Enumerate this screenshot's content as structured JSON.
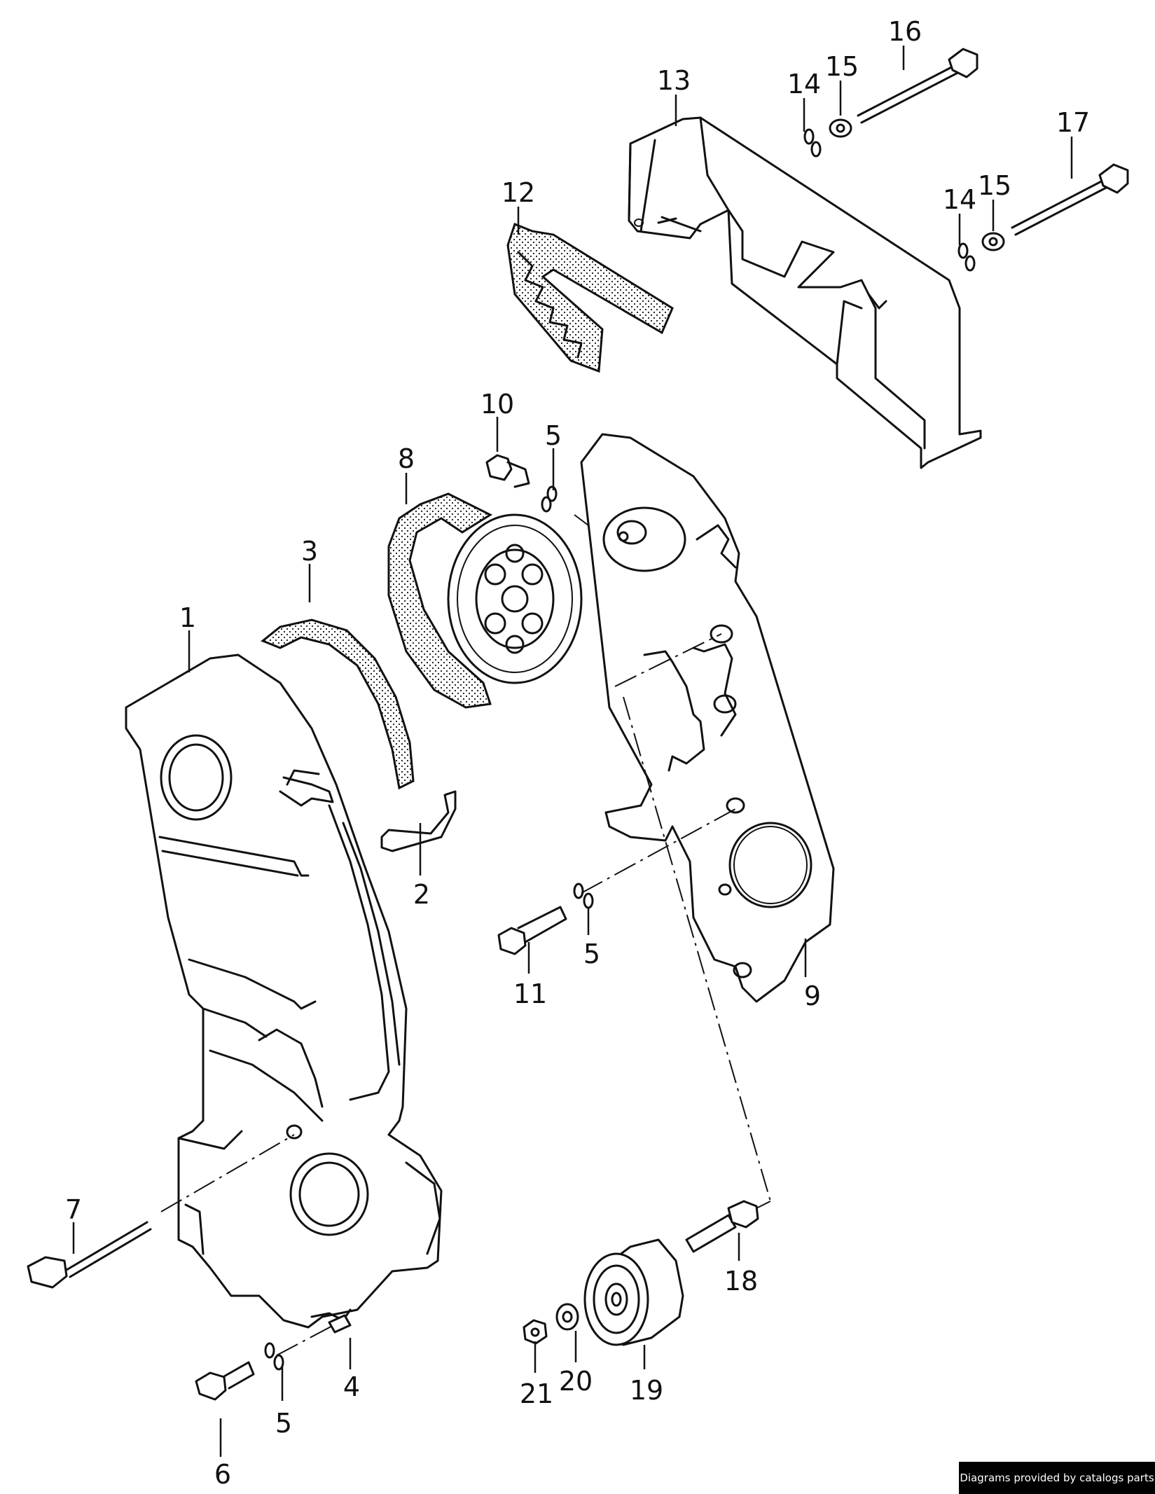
{
  "diagram": {
    "callouts": [
      {
        "id": "c1",
        "label": "1"
      },
      {
        "id": "c2",
        "label": "2"
      },
      {
        "id": "c3",
        "label": "3"
      },
      {
        "id": "c4",
        "label": "4"
      },
      {
        "id": "c5a",
        "label": "5"
      },
      {
        "id": "c5b",
        "label": "5"
      },
      {
        "id": "c5c",
        "label": "5"
      },
      {
        "id": "c6",
        "label": "6"
      },
      {
        "id": "c7",
        "label": "7"
      },
      {
        "id": "c8",
        "label": "8"
      },
      {
        "id": "c9",
        "label": "9"
      },
      {
        "id": "c10",
        "label": "10"
      },
      {
        "id": "c11",
        "label": "11"
      },
      {
        "id": "c12",
        "label": "12"
      },
      {
        "id": "c13",
        "label": "13"
      },
      {
        "id": "c14a",
        "label": "14"
      },
      {
        "id": "c14b",
        "label": "14"
      },
      {
        "id": "c15a",
        "label": "15"
      },
      {
        "id": "c15b",
        "label": "15"
      },
      {
        "id": "c16",
        "label": "16"
      },
      {
        "id": "c17",
        "label": "17"
      },
      {
        "id": "c18",
        "label": "18"
      },
      {
        "id": "c19",
        "label": "19"
      },
      {
        "id": "c20",
        "label": "20"
      },
      {
        "id": "c21",
        "label": "21"
      }
    ]
  },
  "footer": {
    "credit": "Diagrams provided by catalogs parts"
  }
}
